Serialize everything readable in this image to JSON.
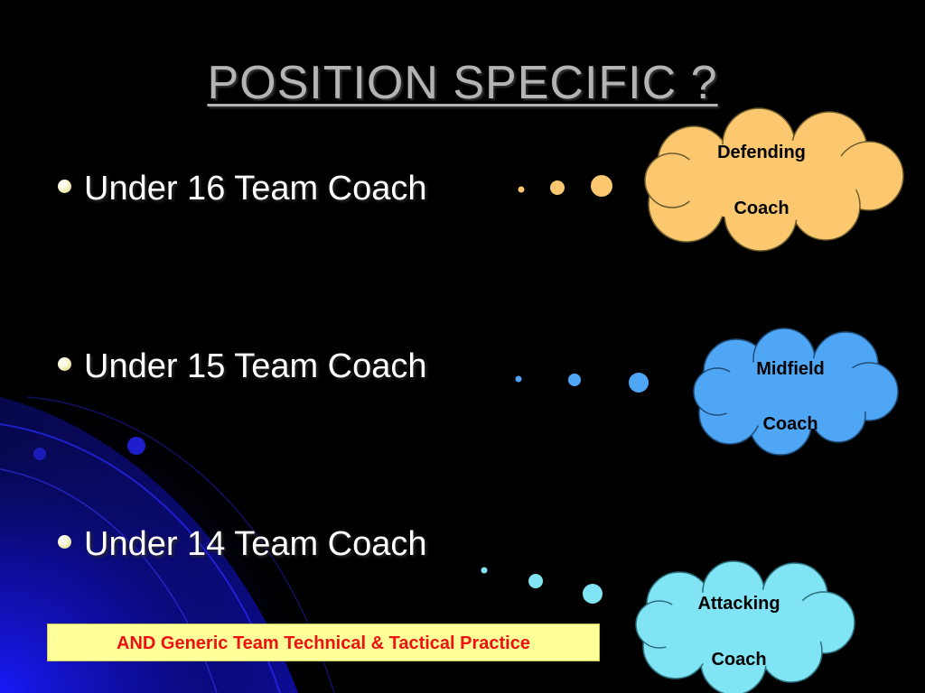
{
  "title": "POSITION SPECIFIC ?",
  "bullets": [
    {
      "text": "Under 16 Team Coach"
    },
    {
      "text": "Under 15 Team Coach"
    },
    {
      "text": "Under 14 Team Coach"
    }
  ],
  "clouds": [
    {
      "line1": "Defending",
      "line2": "Coach",
      "fill": "#fbc870"
    },
    {
      "line1": "Midfield",
      "line2": "Coach",
      "fill": "#4ea6f5"
    },
    {
      "line1": "Attacking",
      "line2": "Coach",
      "fill": "#80e4f4"
    }
  ],
  "footer": "AND Generic Team Technical & Tactical Practice",
  "colors": {
    "background": "#000000",
    "title": "#b4b4b4",
    "footer_text": "#ee1111",
    "footer_bg": "#ffff99"
  }
}
